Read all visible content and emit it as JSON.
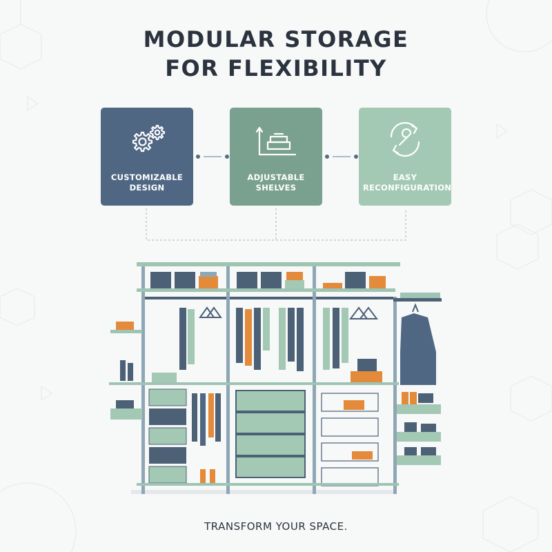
{
  "title": {
    "line1": "MODULAR STORAGE",
    "line2": "FOR FLEXIBILITY"
  },
  "features": [
    {
      "line1": "CUSTOMIZABLE",
      "line2": "DESIGN",
      "icon": "gears-icon",
      "color": "#506784"
    },
    {
      "line1": "ADJUSTABLE",
      "line2": "SHELVES",
      "icon": "shelf-height-icon",
      "color": "#7aa08f"
    },
    {
      "line1": "EASY",
      "line2": "RECONFIGURATION",
      "icon": "wrench-cycle-icon",
      "color": "#a3c9b5"
    }
  ],
  "tagline": "TRANSFORM YOUR SPACE.",
  "colors": {
    "navy": "#506784",
    "sage": "#7aa08f",
    "mint": "#a3c9b5",
    "orange": "#e38a3b",
    "frame": "#8fa7b5"
  }
}
